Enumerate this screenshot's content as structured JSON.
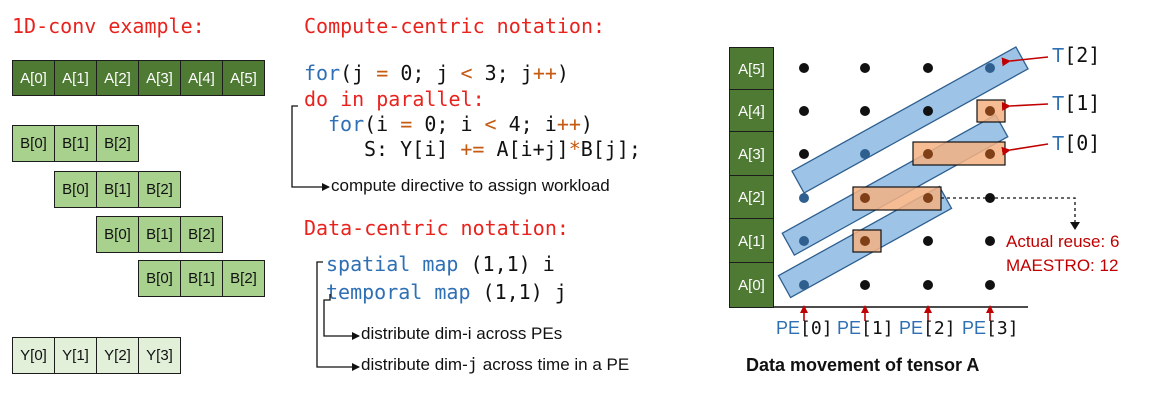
{
  "left": {
    "title": "1D-conv example:",
    "a_row": [
      "A[0]",
      "A[1]",
      "A[2]",
      "A[3]",
      "A[4]",
      "A[5]"
    ],
    "b_rows": [
      [
        "B[0]",
        "B[1]",
        "B[2]"
      ],
      [
        "B[0]",
        "B[1]",
        "B[2]"
      ],
      [
        "B[0]",
        "B[1]",
        "B[2]"
      ],
      [
        "B[0]",
        "B[1]",
        "B[2]"
      ]
    ],
    "y_row": [
      "Y[0]",
      "Y[1]",
      "Y[2]",
      "Y[3]"
    ]
  },
  "compute": {
    "title": "Compute-centric notation:",
    "line1": {
      "kw": "for",
      "a": "(j ",
      "op1": "=",
      "b": " 0; j ",
      "op2": "<",
      "c": " 3; j",
      "op3": "++",
      "d": ")"
    },
    "line2": "do in parallel:",
    "line3": {
      "kw": "for",
      "a": "(i ",
      "op1": "=",
      "b": " 0; i ",
      "op2": "<",
      "c": " 4; i",
      "op3": "++",
      "d": ")"
    },
    "line4": {
      "a": "S: Y[i] ",
      "op1": "+=",
      "b": " A[i+j]",
      "op2": "*",
      "c": "B[j];"
    },
    "directive_note": "compute directive to assign workload"
  },
  "data_centric": {
    "title": "Data-centric notation:",
    "spatial_kw": "spatial map",
    "spatial_args": " (1,1) i",
    "temporal_kw": "temporal map",
    "temporal_args": " (1,1) j",
    "note_spatial": "distribute dim-i across PEs",
    "note_temporal_pre": "distribute dim-",
    "note_temporal_dim": "j",
    "note_temporal_post": " across time in a PE"
  },
  "diagram": {
    "column_labels": [
      "A[5]",
      "A[4]",
      "A[3]",
      "A[2]",
      "A[1]",
      "A[0]"
    ],
    "pe_prefix": "PE",
    "pe_indices": [
      "[0]",
      "[1]",
      "[2]",
      "[3]"
    ],
    "tile_labels": {
      "prefix": "T",
      "t2": "[2]",
      "t1": "[1]",
      "t0": "[0]"
    },
    "reuse_actual": "Actual reuse: 6",
    "reuse_maestro": "MAESTRO: 12",
    "caption": "Data movement of tensor A",
    "colors": {
      "a_cell": "#4f7a33",
      "band": "#9dc3e6",
      "band_stroke": "#2e5f8f",
      "reuse_box": "#f4b183",
      "arrow": "#c00000"
    }
  }
}
